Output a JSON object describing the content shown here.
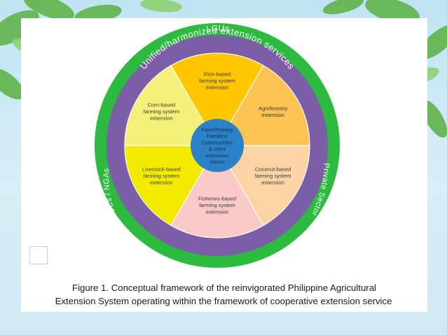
{
  "outer_ring": {
    "top": "LGUs",
    "left": "SUCs / NGAs",
    "right": "Private Sector"
  },
  "middle_ring": {
    "label": "Unified/harmonized extension services"
  },
  "segments": [
    {
      "id": "rice",
      "lines": [
        "Rice-based",
        "farming system",
        "extension"
      ],
      "color": "#ffc600"
    },
    {
      "id": "agroforestry",
      "lines": [
        "Agroforestry",
        "extension"
      ],
      "color": "#fcc252"
    },
    {
      "id": "coconut",
      "lines": [
        "Coconut-based",
        "farming system",
        "extension"
      ],
      "color": "#fcd3a4"
    },
    {
      "id": "fisheries",
      "lines": [
        "Fisheries-based",
        "farming system",
        "extension"
      ],
      "color": "#fcc9c9"
    },
    {
      "id": "livestock",
      "lines": [
        "Livestock-based",
        "farming system",
        "extension"
      ],
      "color": "#f3ea00"
    },
    {
      "id": "corn",
      "lines": [
        "Corn-based",
        "farming system",
        "extension"
      ],
      "color": "#f5f07a"
    }
  ],
  "center": {
    "lines": [
      "Farm/Fishing",
      "Families/",
      "Communities",
      "& other",
      "extension",
      "clients"
    ]
  },
  "caption": {
    "line1": "Figure 1.  Conceptual framework of the reinvigorated Philippine Agricultural",
    "line2": "Extension System operating within the framework of cooperative extension service"
  },
  "colors": {
    "outer_ring": "#2dbb3f",
    "middle_ring": "#7b5ea7",
    "center": "#2b82c9"
  }
}
